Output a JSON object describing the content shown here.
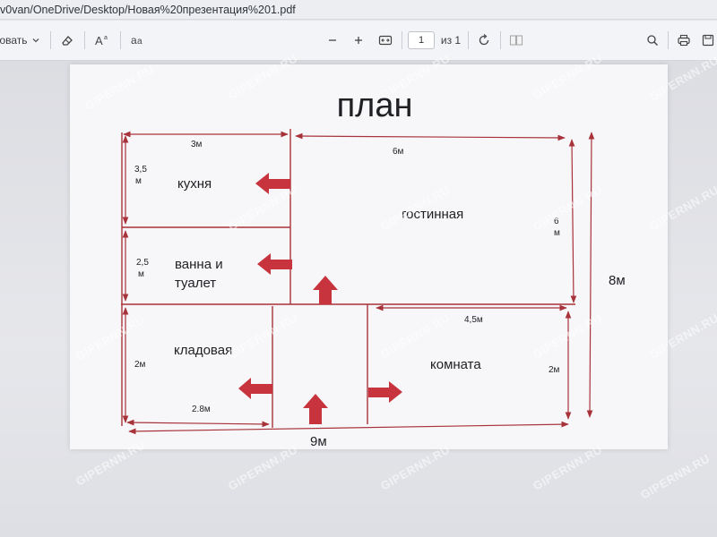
{
  "address": {
    "url": "v0van/OneDrive/Desktop/Новая%20презентация%201.pdf"
  },
  "toolbar": {
    "draw_label": "овать",
    "page_current": "1",
    "page_total": "из 1"
  },
  "plan": {
    "title": "план",
    "rooms": {
      "kitchen": "кухня",
      "living": "гостинная",
      "bath_line1": "ванна и",
      "bath_line2": "туалет",
      "storage": "кладовая",
      "room": "комната"
    },
    "dims": {
      "kitchen_w": "3м",
      "kitchen_h1": "3,5",
      "kitchen_h2": "м",
      "living_w": "6м",
      "living_h1": "6",
      "living_h2": "м",
      "bath_h1": "2,5",
      "bath_h2": "м",
      "storage_h": "2м",
      "storage_w": "2.8м",
      "room_w": "4,5м",
      "room_h": "2м",
      "total_w": "9м",
      "total_h": "8м"
    },
    "colors": {
      "lines": "#a8323a",
      "arrow": "#c7343e",
      "ink": "#1f2024"
    }
  },
  "watermark": {
    "text": "GIPERNN.RU"
  }
}
